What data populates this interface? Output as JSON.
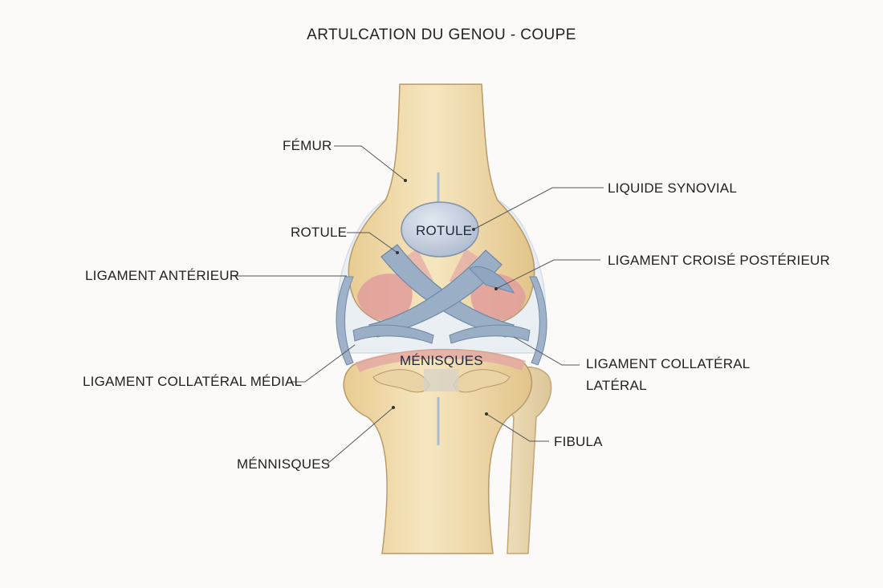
{
  "title": "ARTULCATION DU GENOU - COUPE",
  "labels": {
    "femur": "FÉMUR",
    "rotule_left": "ROTULE",
    "rotule_center": "ROTULE",
    "ligament_anterieur": "LIGAMENT ANTÉRIEUR",
    "ligament_collateral_medial": "LIGAMENT COLLATÉRAL MÉDIAL",
    "mennisques": "MÉNNISQUES",
    "menisques_center": "MÉNISQUES",
    "liquide_synovial": "LIQUIDE SYNOVIAL",
    "ligament_croise_posterieur": "LIGAMENT CROISÉ POSTÉRIEUR",
    "ligament_collateral_lateral_1": "LIGAMENT COLLATÉRAL",
    "ligament_collateral_lateral_2": "LATÉRAL",
    "fibula": "FIBULA"
  },
  "colors": {
    "bone": "#f1dcae",
    "bone_shade": "#d9b57c",
    "bone_outline": "#b89a6a",
    "ligament": "#9aaec6",
    "ligament_outline": "#6f87a6",
    "cartilage": "#e2a1a0",
    "patella": "#c5cfdd",
    "synovial": "#dfe9f0"
  }
}
